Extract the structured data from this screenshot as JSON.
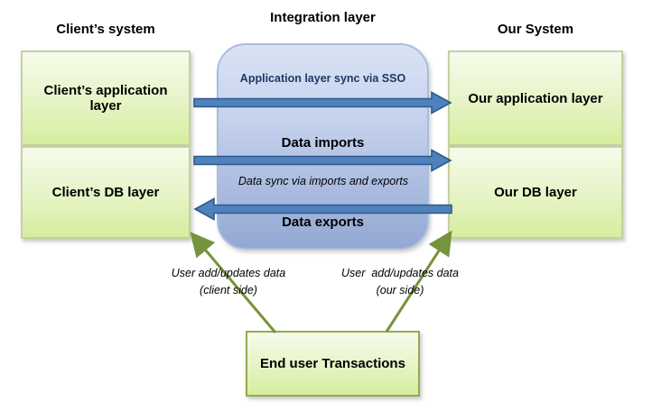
{
  "titles": {
    "client": "Client’s system",
    "integration": "Integration layer",
    "our": "Our System"
  },
  "boxes": {
    "client_app": "Client’s application layer",
    "client_db": "Client’s DB layer",
    "our_app": "Our application layer",
    "our_db": "Our DB layer",
    "end_user": "End user Transactions"
  },
  "flows": {
    "sso": {
      "label": "Application layer sync via SSO",
      "direction": "left-to-right"
    },
    "imports": {
      "label": "Data imports",
      "direction": "left-to-right"
    },
    "sync_note": {
      "label": "Data sync via imports and exports"
    },
    "exports": {
      "label": "Data exports",
      "direction": "right-to-left"
    }
  },
  "annotations": {
    "client_side": {
      "line1": "User add/updates data",
      "line2": "(client side)"
    },
    "our_side": {
      "line1": "User  add/updates data",
      "line2": "(our side)"
    }
  },
  "connectors": {
    "client": {
      "from": "End user Transactions",
      "to": "Client’s DB layer"
    },
    "our": {
      "from": "End user Transactions",
      "to": "Our DB layer"
    }
  },
  "colors": {
    "green_box_top": "#f5fbea",
    "green_box_bottom": "#d5ee9f",
    "green_box_border": "#c6d0a2",
    "end_user_border": "#93aa4f",
    "blue_box_top": "#dae3f5",
    "blue_box_bottom": "#93a8d3",
    "blue_box_border": "#a9bce0",
    "blue_arrow_fill": "#4f81bd",
    "blue_arrow_stroke": "#2e5a8b",
    "green_arrow": "#77933c",
    "navy_text": "#1f3864"
  }
}
